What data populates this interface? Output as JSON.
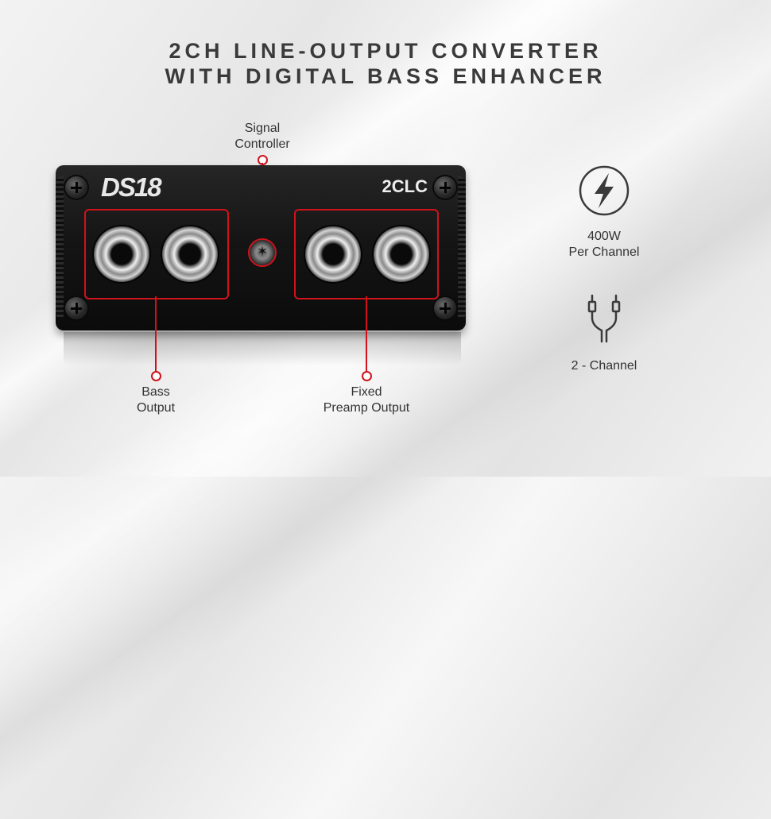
{
  "headline": {
    "line1": "2CH LINE-OUTPUT CONVERTER",
    "line2": "WITH DIGITAL BASS ENHANCER"
  },
  "device": {
    "brand": "DS18",
    "model": "2CLC"
  },
  "callouts": {
    "signal_controller": [
      "Signal",
      "Controller"
    ],
    "bass_output": [
      "Bass",
      "Output"
    ],
    "fixed_preamp_output": [
      "Fixed",
      "Preamp Output"
    ]
  },
  "features": [
    {
      "icon": "lightning-bolt-icon",
      "label": [
        "400W",
        "Per Channel"
      ]
    },
    {
      "icon": "rca-cable-icon",
      "label": [
        "2 - Channel"
      ]
    }
  ],
  "colors": {
    "accent": "#d0121b",
    "text": "#333333",
    "device_body": "#151515"
  }
}
